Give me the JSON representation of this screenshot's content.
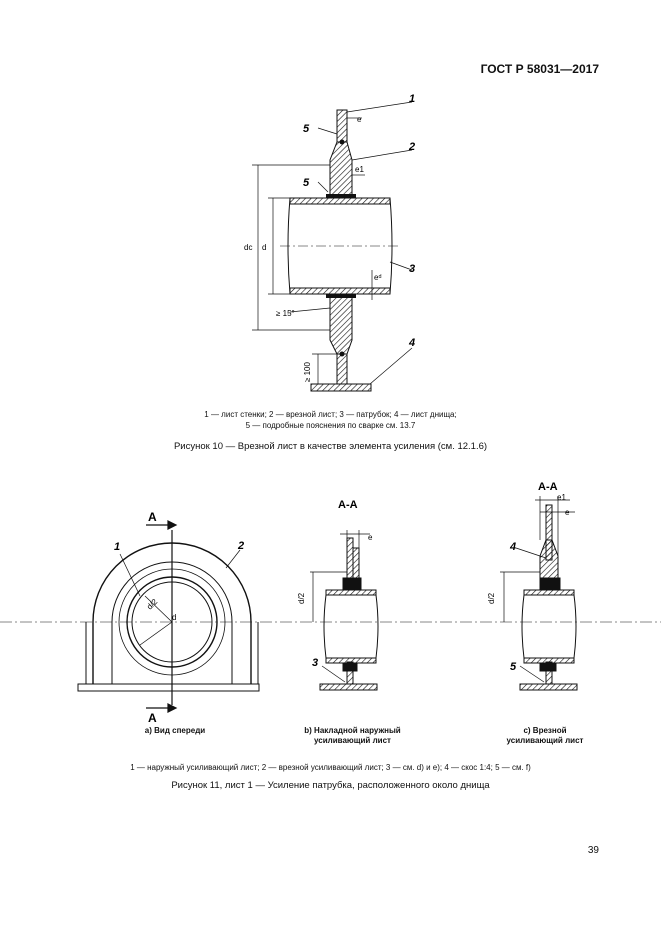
{
  "header": {
    "standard": "ГОСТ Р 58031—2017"
  },
  "figure10": {
    "callouts": [
      "1",
      "2",
      "3",
      "4",
      "5",
      "5"
    ],
    "dims": {
      "e": "e",
      "e1": "e1",
      "dc": "dc",
      "d": "d",
      "e_d": "eᵈ",
      "angle": "≥ 15°",
      "length": "≥ 100"
    },
    "legend_line1": "1 — лист стенки; 2 — врезной лист; 3 — патрубок; 4 — лист днища;",
    "legend_line2": "5 — подробные пояснения по сварке см. 13.7",
    "caption": "Рисунок 10 — Врезной лист в качестве элемента усиления (см. 12.1.6)"
  },
  "figure11": {
    "section_marks": {
      "a_top": "A",
      "a_bottom": "A",
      "aa_b": "A-A",
      "aa_c": "A-A"
    },
    "callouts_a": [
      "1",
      "2"
    ],
    "dims_a": {
      "d2": "d/2",
      "d": "d"
    },
    "dims_b": {
      "e": "e",
      "d2": "d/2",
      "callout": "3"
    },
    "dims_c": {
      "e1": "e1",
      "e": "e",
      "d2": "d/2",
      "callout_top": "4",
      "callout_bottom": "5"
    },
    "sub_a": "a) Вид спереди",
    "sub_b_1": "b) Накладной наружный",
    "sub_b_2": "усиливающий лист",
    "sub_c_1": "c) Врезной",
    "sub_c_2": "усиливающий лист",
    "legend": "1 — наружный усиливающий лист; 2 — врезной усиливающий лист; 3 — см. d) и e); 4 — скос 1:4; 5 — см. f)",
    "caption": "Рисунок 11, лист 1 — Усиление патрубка, расположенного около днища"
  },
  "page": {
    "number": "39"
  }
}
